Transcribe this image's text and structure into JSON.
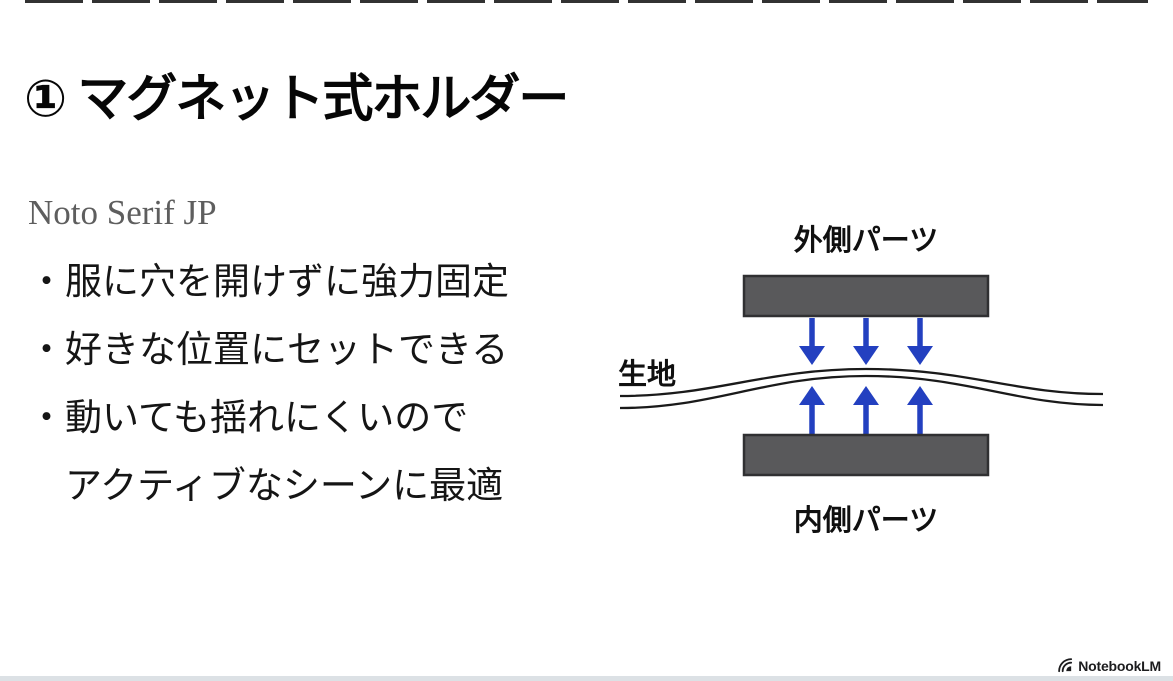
{
  "slide": {
    "title": "① マグネット式ホルダー",
    "font_label": "Noto Serif JP",
    "bullets": [
      {
        "marker": "・",
        "text": "服に穴を開けずに強力固定"
      },
      {
        "marker": "・",
        "text": "好きな位置にセットできる"
      },
      {
        "marker": "・",
        "text": "動いても揺れにくいので"
      },
      {
        "marker": "",
        "text": "アクティブなシーンに最適"
      }
    ]
  },
  "diagram": {
    "outer_part_label": "外側パーツ",
    "inner_part_label": "内側パーツ",
    "fabric_label": "生地",
    "magnet_fill_color": "#59595b",
    "magnet_border_color": "#303032",
    "arrow_color": "#2340c0",
    "fabric_line_color": "#1a1a1a"
  },
  "watermark": {
    "label": "NotebookLM"
  },
  "colors": {
    "background": "#ffffff",
    "title_text": "#060606",
    "body_text": "#151515",
    "subtitle_text": "#5e5e5e",
    "bottom_bar": "#dce1e5"
  }
}
